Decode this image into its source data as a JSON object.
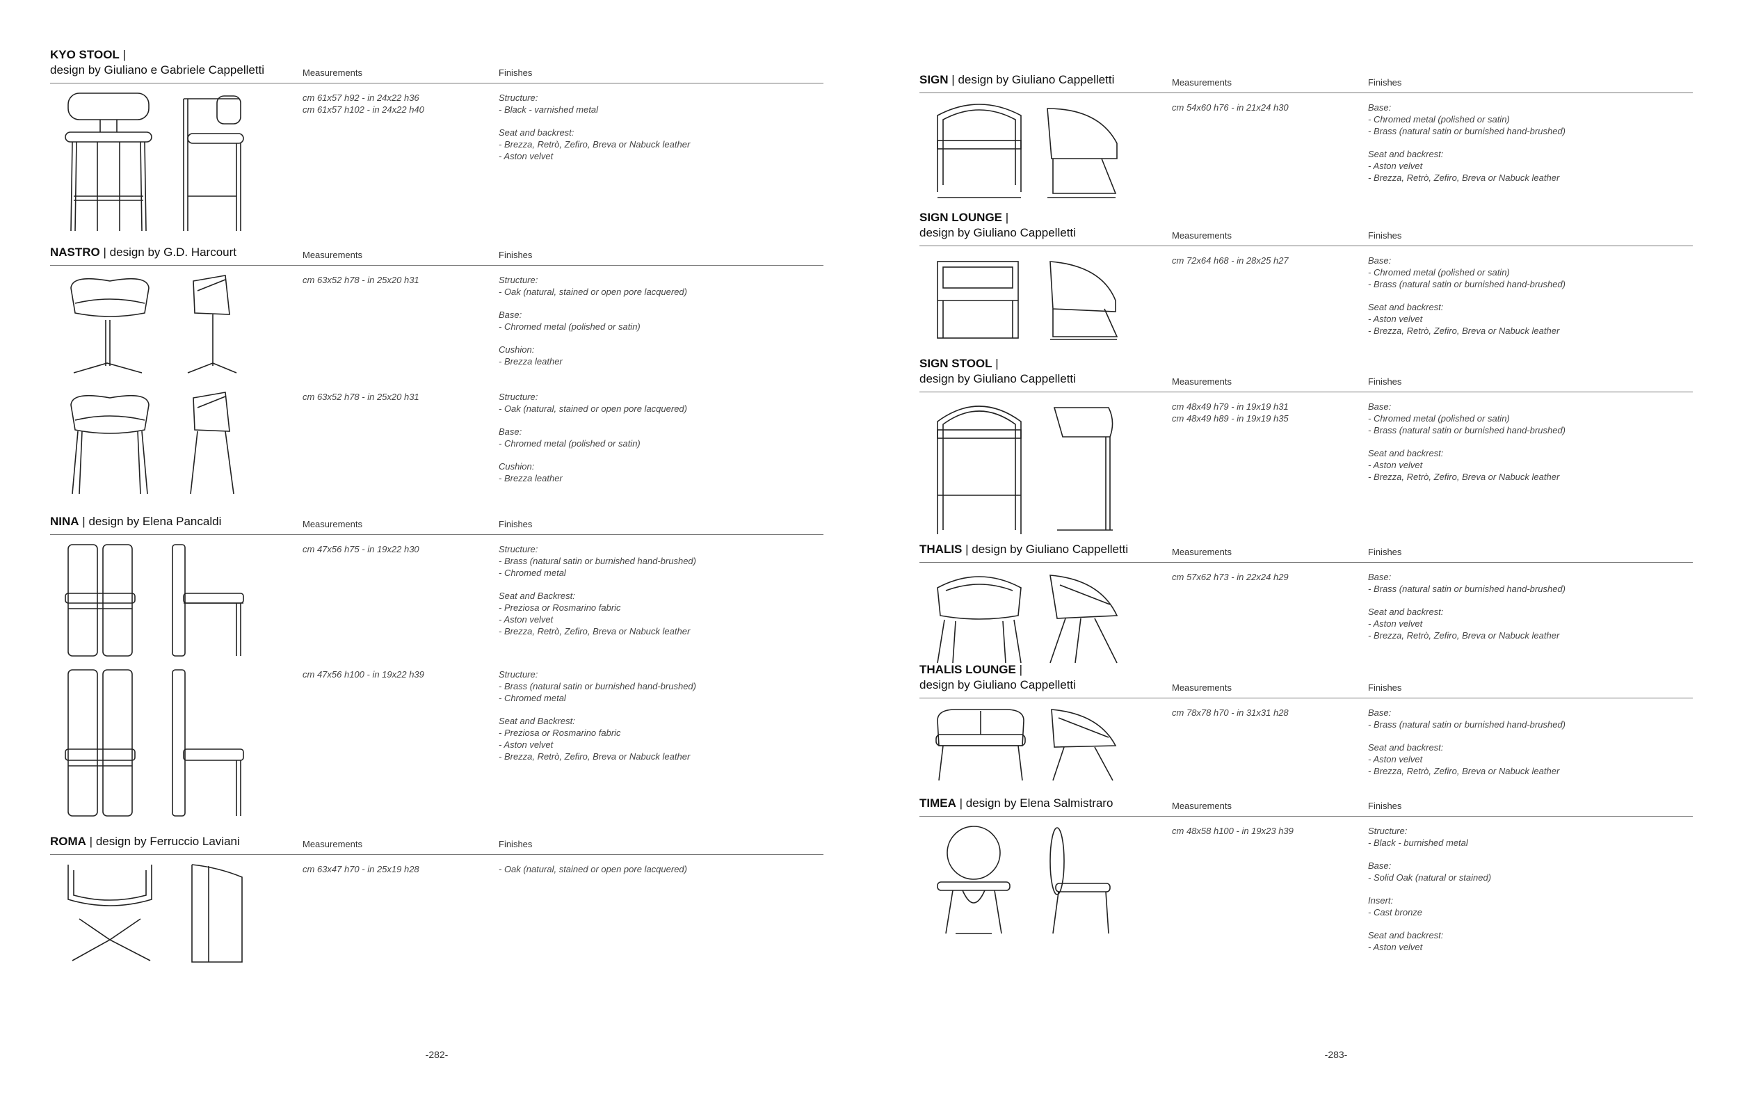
{
  "labels": {
    "measurements": "Measurements",
    "finishes": "Finishes"
  },
  "left_page": {
    "page_number": "-282-",
    "entries": [
      {
        "name": "KYO STOOL",
        "designer": "design by Giuliano e Gabriele Cappelletti",
        "variants": [
          {
            "measurements": [
              "cm 61x57 h92 - in 24x22 h36",
              "cm 61x57 h102 - in 24x22 h40"
            ],
            "finishes": [
              {
                "label": "Structure:",
                "items": [
                  "- Black - varnished metal"
                ]
              },
              {
                "label": "Seat and backrest:",
                "items": [
                  "- Brezza, Retrò, Zefiro, Breva or Nabuck leather",
                  "- Aston velvet"
                ]
              }
            ]
          }
        ]
      },
      {
        "name": "NASTRO",
        "designer": "design by G.D. Harcourt",
        "variants": [
          {
            "measurements": [
              "cm 63x52 h78 - in 25x20 h31"
            ],
            "finishes": [
              {
                "label": "Structure:",
                "items": [
                  "- Oak (natural, stained or open pore lacquered)"
                ]
              },
              {
                "label": "Base:",
                "items": [
                  "- Chromed metal (polished or satin)"
                ]
              },
              {
                "label": "Cushion:",
                "items": [
                  "- Brezza leather"
                ]
              }
            ]
          },
          {
            "measurements": [
              "cm 63x52 h78 - in 25x20 h31"
            ],
            "finishes": [
              {
                "label": "Structure:",
                "items": [
                  "- Oak (natural, stained or open pore lacquered)"
                ]
              },
              {
                "label": "Base:",
                "items": [
                  "- Chromed metal (polished or satin)"
                ]
              },
              {
                "label": "Cushion:",
                "items": [
                  "- Brezza leather"
                ]
              }
            ]
          }
        ]
      },
      {
        "name": "NINA",
        "designer": "design by Elena Pancaldi",
        "variants": [
          {
            "measurements": [
              "cm 47x56 h75 - in 19x22 h30"
            ],
            "finishes": [
              {
                "label": "Structure:",
                "items": [
                  "- Brass (natural satin or burnished hand-brushed)",
                  "- Chromed metal"
                ]
              },
              {
                "label": "Seat and Backrest:",
                "items": [
                  "- Preziosa or Rosmarino fabric",
                  "- Aston velvet",
                  "- Brezza, Retrò, Zefiro, Breva or Nabuck leather"
                ]
              }
            ]
          },
          {
            "measurements": [
              "cm 47x56 h100 - in 19x22 h39"
            ],
            "finishes": [
              {
                "label": "Structure:",
                "items": [
                  "- Brass (natural satin or burnished hand-brushed)",
                  "- Chromed metal"
                ]
              },
              {
                "label": "Seat and Backrest:",
                "items": [
                  "- Preziosa or Rosmarino fabric",
                  "- Aston velvet",
                  "- Brezza, Retrò, Zefiro, Breva or Nabuck leather"
                ]
              }
            ]
          }
        ]
      },
      {
        "name": "ROMA",
        "designer": "design by Ferruccio Laviani",
        "variants": [
          {
            "measurements": [
              "cm 63x47 h70 - in 25x19 h28"
            ],
            "finishes": [
              {
                "label": "",
                "items": [
                  "- Oak (natural, stained or open pore lacquered)"
                ]
              }
            ]
          }
        ]
      }
    ]
  },
  "right_page": {
    "page_number": "-283-",
    "entries": [
      {
        "name": "SIGN",
        "designer": "design by Giuliano Cappelletti",
        "variants": [
          {
            "measurements": [
              "cm 54x60 h76 - in 21x24 h30"
            ],
            "finishes": [
              {
                "label": "Base:",
                "items": [
                  "- Chromed metal (polished or satin)",
                  "- Brass (natural satin or burnished hand-brushed)"
                ]
              },
              {
                "label": "Seat and backrest:",
                "items": [
                  "- Aston velvet",
                  "- Brezza, Retrò, Zefiro, Breva or Nabuck leather"
                ]
              }
            ]
          }
        ]
      },
      {
        "name": "SIGN LOUNGE",
        "designer": "design by Giuliano Cappelletti",
        "variants": [
          {
            "measurements": [
              "cm 72x64 h68 - in 28x25 h27"
            ],
            "finishes": [
              {
                "label": "Base:",
                "items": [
                  "- Chromed metal (polished or satin)",
                  "- Brass (natural satin or burnished hand-brushed)"
                ]
              },
              {
                "label": "Seat and backrest:",
                "items": [
                  "- Aston velvet",
                  "- Brezza, Retrò, Zefiro, Breva or Nabuck leather"
                ]
              }
            ]
          }
        ]
      },
      {
        "name": "SIGN STOOL",
        "designer": "design by Giuliano Cappelletti",
        "variants": [
          {
            "measurements": [
              "cm 48x49 h79 - in 19x19 h31",
              "cm 48x49 h89 - in 19x19 h35"
            ],
            "finishes": [
              {
                "label": "Base:",
                "items": [
                  "- Chromed metal (polished or satin)",
                  "- Brass (natural satin or burnished hand-brushed)"
                ]
              },
              {
                "label": "Seat and backrest:",
                "items": [
                  "- Aston velvet",
                  "- Brezza, Retrò, Zefiro, Breva or Nabuck leather"
                ]
              }
            ]
          }
        ]
      },
      {
        "name": "THALIS",
        "designer": "design by Giuliano Cappelletti",
        "variants": [
          {
            "measurements": [
              "cm 57x62 h73 - in 22x24 h29"
            ],
            "finishes": [
              {
                "label": "Base:",
                "items": [
                  "- Brass (natural satin or burnished hand-brushed)"
                ]
              },
              {
                "label": "Seat and backrest:",
                "items": [
                  "- Aston velvet",
                  "- Brezza, Retrò, Zefiro, Breva or Nabuck leather"
                ]
              }
            ]
          }
        ]
      },
      {
        "name": "THALIS LOUNGE",
        "designer": "design by Giuliano Cappelletti",
        "variants": [
          {
            "measurements": [
              "cm 78x78 h70 - in 31x31 h28"
            ],
            "finishes": [
              {
                "label": "Base:",
                "items": [
                  "- Brass (natural satin or burnished hand-brushed)"
                ]
              },
              {
                "label": "Seat and backrest:",
                "items": [
                  "- Aston velvet",
                  "- Brezza, Retrò, Zefiro, Breva or Nabuck leather"
                ]
              }
            ]
          }
        ]
      },
      {
        "name": "TIMEA",
        "designer": "design by Elena Salmistraro",
        "variants": [
          {
            "measurements": [
              "cm 48x58 h100 - in 19x23 h39"
            ],
            "finishes": [
              {
                "label": "Structure:",
                "items": [
                  "- Black - burnished metal"
                ]
              },
              {
                "label": "Base:",
                "items": [
                  "- Solid Oak (natural or stained)"
                ]
              },
              {
                "label": "Insert:",
                "items": [
                  "- Cast bronze"
                ]
              },
              {
                "label": "Seat and backrest:",
                "items": [
                  "- Aston velvet"
                ]
              }
            ]
          }
        ]
      }
    ]
  }
}
